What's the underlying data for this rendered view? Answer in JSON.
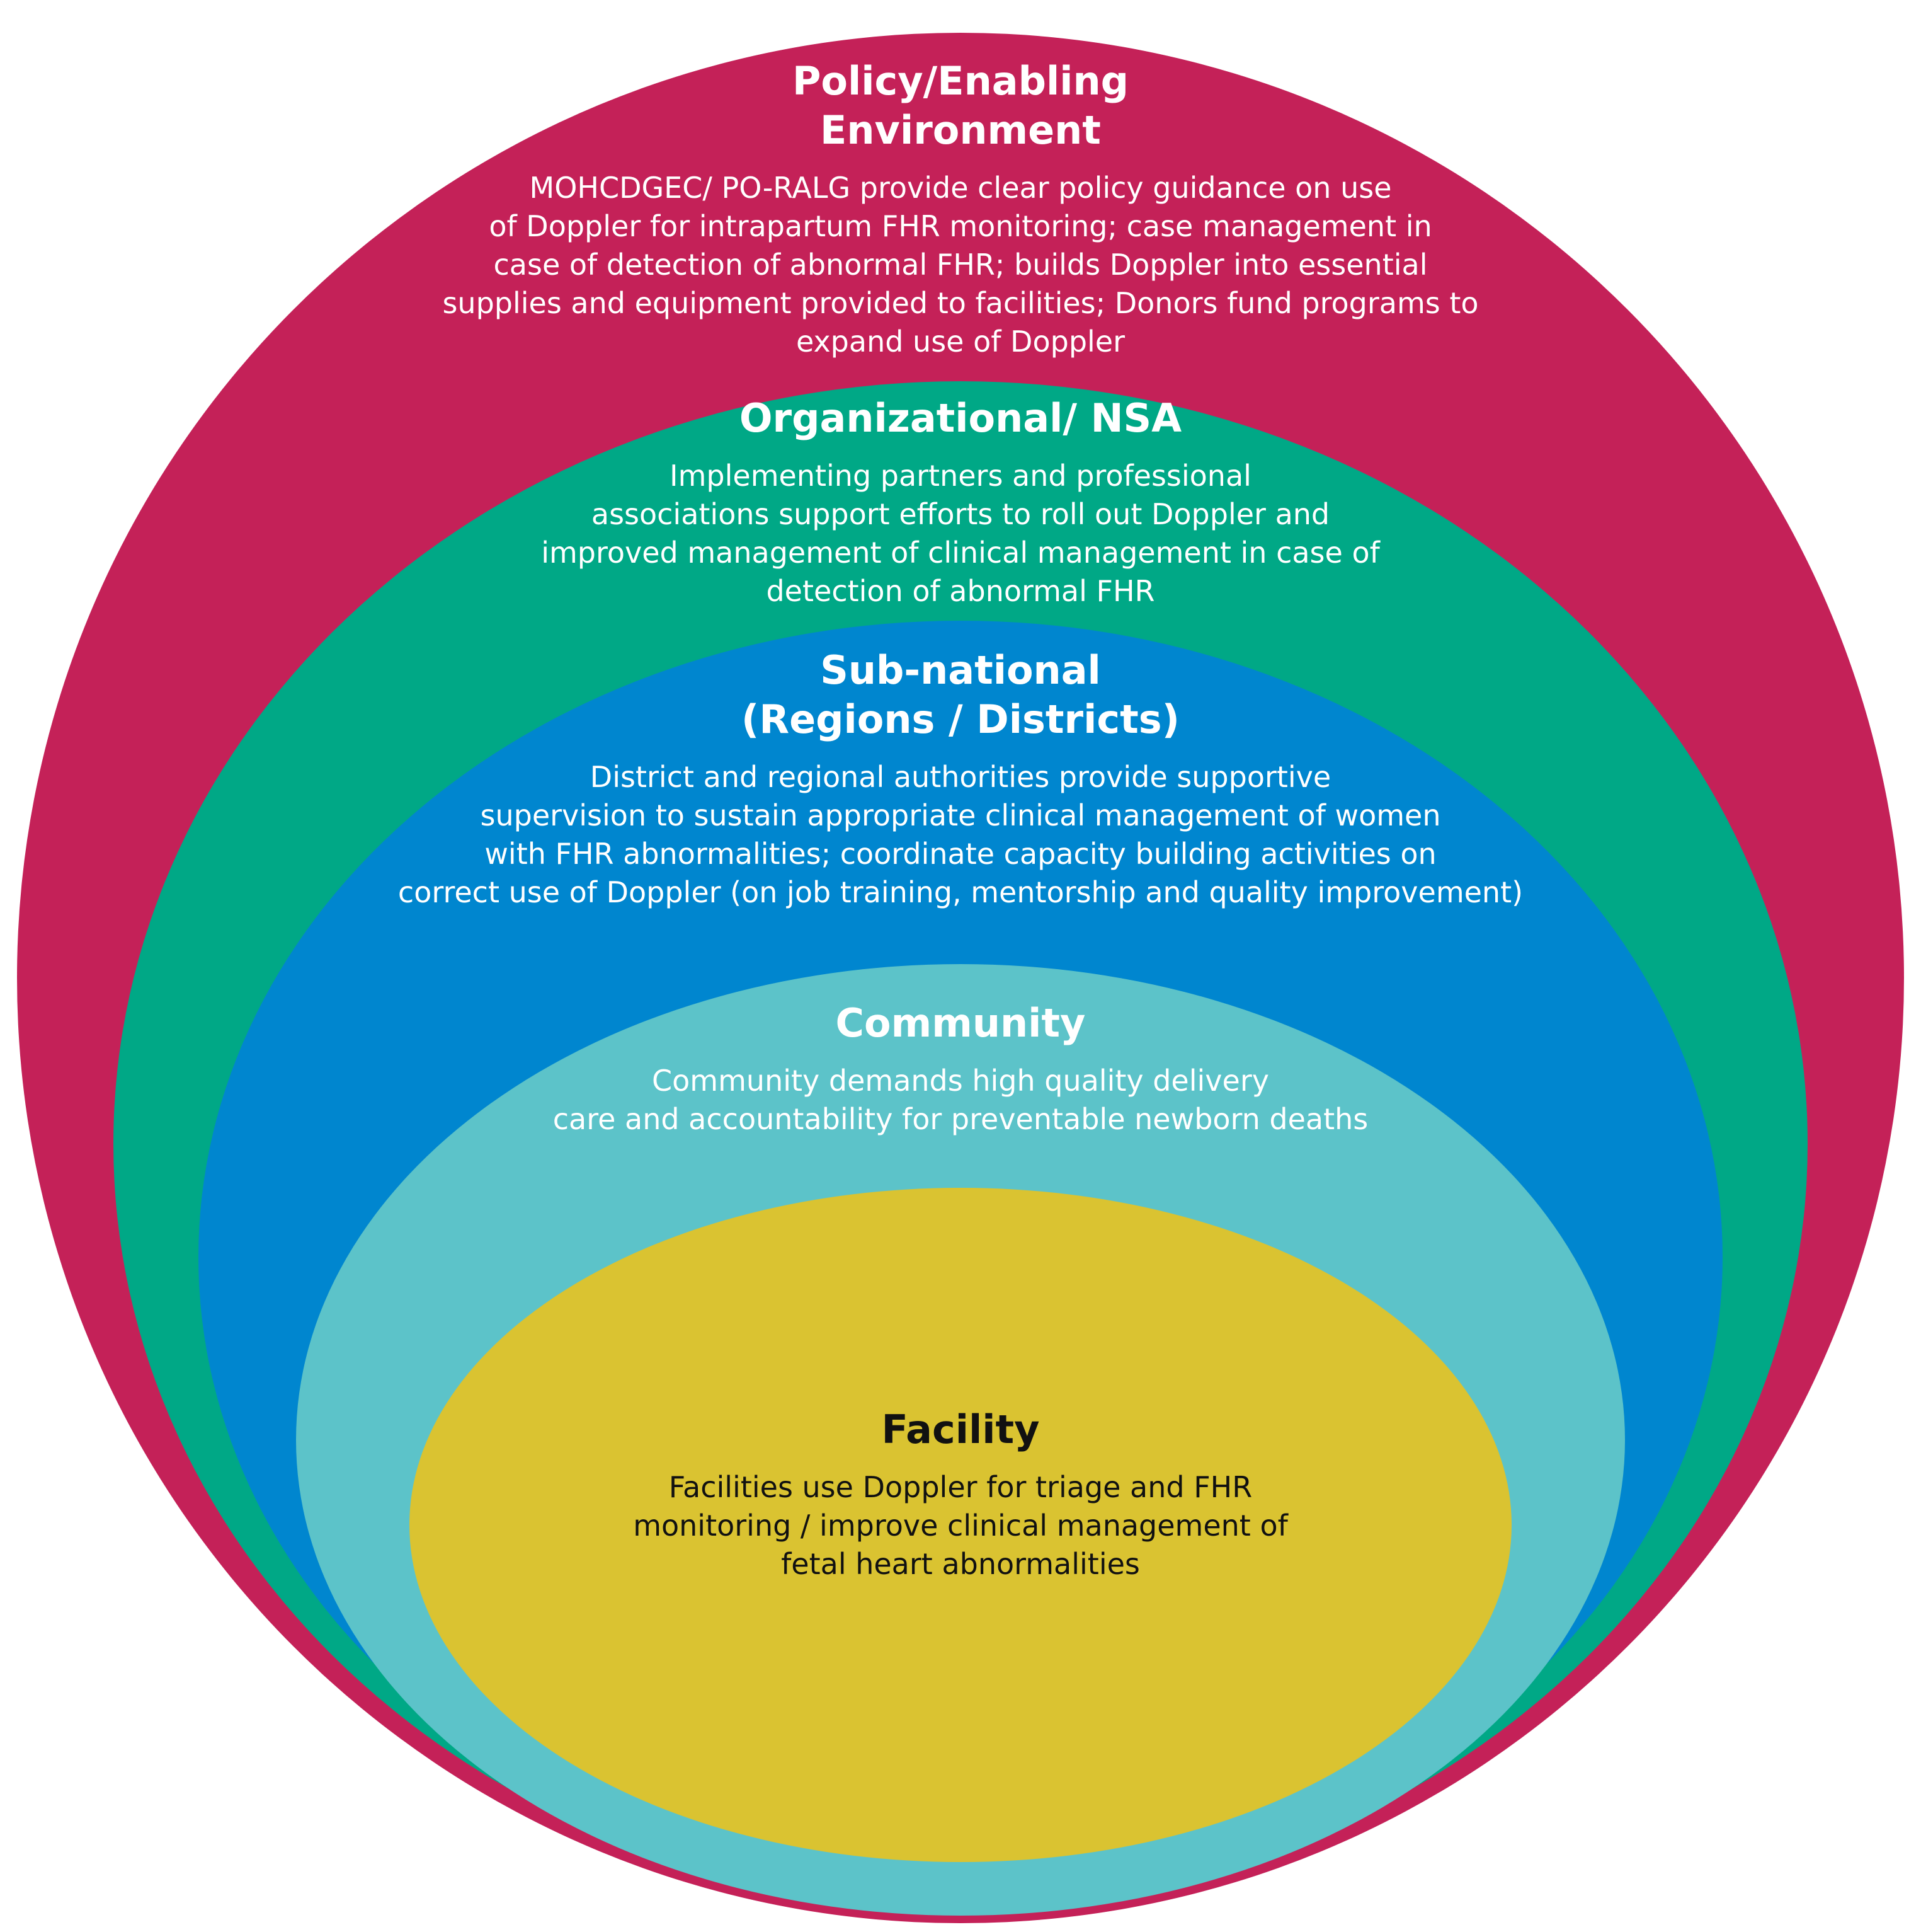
{
  "diagram": {
    "layers": [
      {
        "key": "policy",
        "title_lines": [
          "Policy/Enabling",
          "Environment"
        ],
        "description_lines": [
          "MOHCDGEC/ PO-RALG provide clear policy guidance on use",
          "of Doppler for intrapartum FHR monitoring; case management in",
          "case of detection of abnormal FHR; builds Doppler into essential",
          "supplies and equipment provided to facilities; Donors fund programs to",
          "expand use of Doppler"
        ],
        "color": "#C42158"
      },
      {
        "key": "organizational",
        "title_lines": [
          "Organizational/ NSA"
        ],
        "description_lines": [
          "Implementing partners and professional",
          "associations support efforts to roll out Doppler and",
          "improved management of clinical management in case of",
          "detection of abnormal FHR"
        ],
        "color": "#00A886"
      },
      {
        "key": "subnational",
        "title_lines": [
          "Sub-national",
          "(Regions / Districts)"
        ],
        "description_lines": [
          "District and regional authorities provide supportive",
          "supervision to sustain appropriate clinical management of women",
          "with FHR abnormalities; coordinate capacity building activities on",
          "correct use of Doppler (on job training, mentorship and quality improvement)"
        ],
        "color": "#0086CF"
      },
      {
        "key": "community",
        "title_lines": [
          "Community"
        ],
        "description_lines": [
          "Community demands high quality delivery",
          "care and accountability for preventable newborn deaths"
        ],
        "color": "#5CC3C9"
      },
      {
        "key": "facility",
        "title_lines": [
          "Facility"
        ],
        "description_lines": [
          "Facilities use Doppler for triage and FHR",
          "monitoring / improve clinical management of",
          "fetal heart abnormalities"
        ],
        "color": "#DAC331"
      }
    ]
  }
}
